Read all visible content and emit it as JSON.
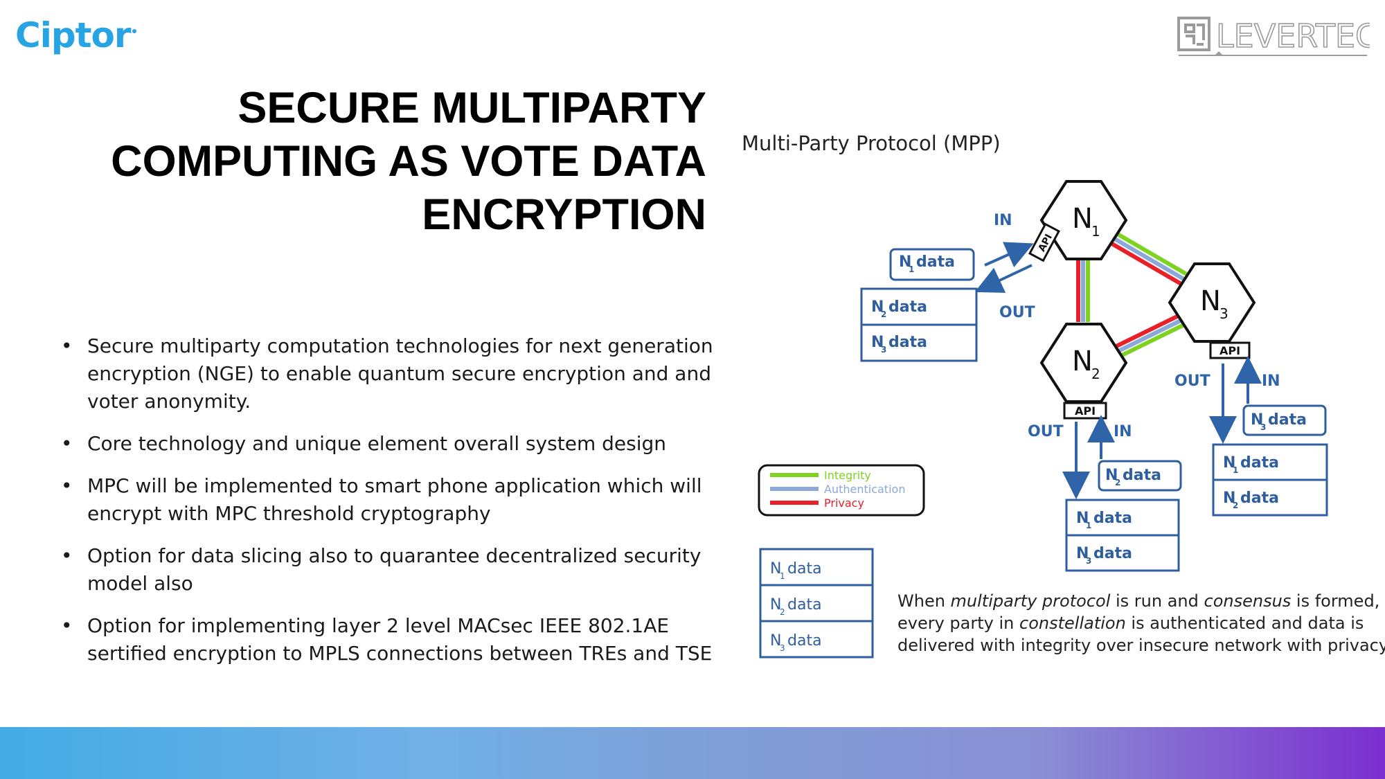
{
  "brand": {
    "logo_text": "Ciptor",
    "partner_logo_text": "LEVERTECH"
  },
  "slide": {
    "title_lines": [
      "SECURE MULTIPARTY",
      "COMPUTING AS VOTE DATA",
      "ENCRYPTION"
    ],
    "bullets": [
      "Secure multiparty computation technologies for next generation encryption (NGE) to enable quantum secure encryption and and voter anonymity.",
      "Core technology and unique element overall system design",
      "MPC will be implemented to smart phone application which will encrypt with MPC threshold cryptography",
      "Option for data slicing also to quarantee decentralized security model also",
      "Option for implementing layer 2 level MACsec IEEE 802.1AE sertified encryption to MPLS connections between TREs and TSE"
    ]
  },
  "diagram": {
    "heading": "Multi-Party Protocol (MPP)",
    "nodes": {
      "n1": "N",
      "n1_sub": "1",
      "n2": "N",
      "n2_sub": "2",
      "n3": "N",
      "n3_sub": "3"
    },
    "api_label": "API",
    "in_label": "IN",
    "out_label": "OUT",
    "data_word": "data",
    "legend": {
      "integrity": "Integrity",
      "authentication": "Authentication",
      "privacy": "Privacy"
    },
    "colors": {
      "integrity": "#7ed321",
      "authentication": "#8aa8d8",
      "privacy": "#e8202a",
      "box": "#2f5e9e",
      "arrow": "#2f64a8"
    },
    "caption_parts": [
      "When ",
      "multiparty protocol",
      " is run and ",
      "consensus",
      " is formed,",
      "every party in ",
      "constellation",
      " is authenticated and data is",
      "delivered with integrity over insecure network with privacy"
    ]
  }
}
